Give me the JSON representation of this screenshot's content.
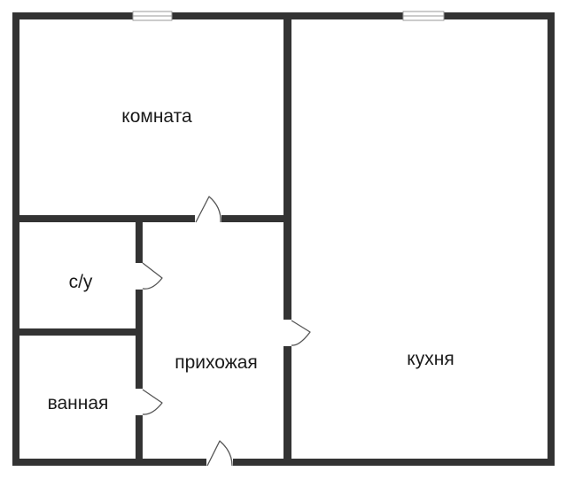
{
  "plan": {
    "rooms": [
      {
        "id": "room",
        "label": "комната"
      },
      {
        "id": "wc",
        "label": "с/у"
      },
      {
        "id": "bathroom",
        "label": "ванная"
      },
      {
        "id": "hallway",
        "label": "прихожая"
      },
      {
        "id": "kitchen",
        "label": "кухня"
      }
    ],
    "colors": {
      "wall": "#333333",
      "background": "#ffffff",
      "door_outline": "#555555",
      "window_frame": "#9a9a9a"
    }
  }
}
